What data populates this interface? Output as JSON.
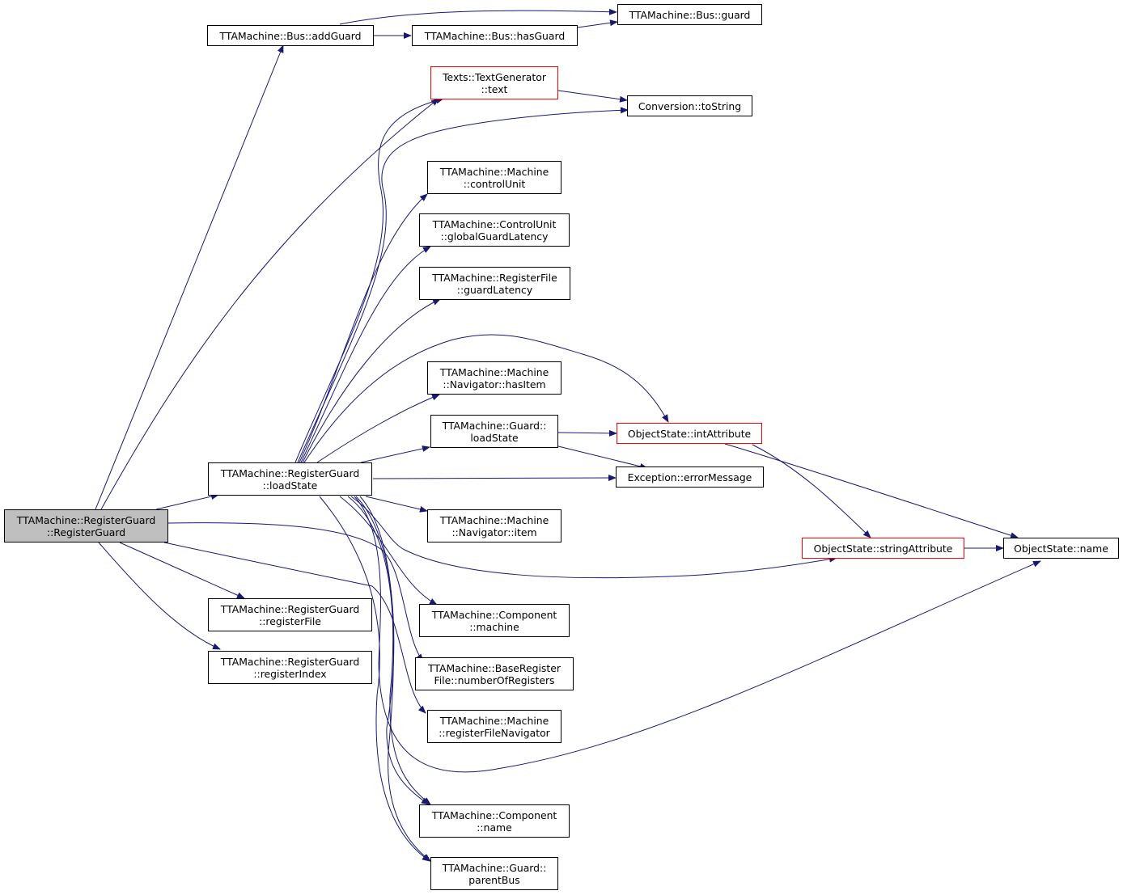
{
  "graph": {
    "edge_color": "#191970",
    "root_fill": "#bfbfbf",
    "missing_fill_border": "#ff0000",
    "nodes": {
      "root": {
        "line1": "TTAMachine::RegisterGuard",
        "line2": "::RegisterGuard"
      },
      "bus_add_guard": {
        "line1": "TTAMachine::Bus::addGuard"
      },
      "bus_has_guard": {
        "line1": "TTAMachine::Bus::hasGuard"
      },
      "bus_guard": {
        "line1": "TTAMachine::Bus::guard"
      },
      "text_generator_text": {
        "line1": "Texts::TextGenerator",
        "line2": "::text"
      },
      "conversion_to_string": {
        "line1": "Conversion::toString"
      },
      "machine_control_unit": {
        "line1": "TTAMachine::Machine",
        "line2": "::controlUnit"
      },
      "control_unit_global_guard_latency": {
        "line1": "TTAMachine::ControlUnit",
        "line2": "::globalGuardLatency"
      },
      "register_file_guard_latency": {
        "line1": "TTAMachine::RegisterFile",
        "line2": "::guardLatency"
      },
      "navigator_has_item": {
        "line1": "TTAMachine::Machine",
        "line2": "::Navigator::hasItem"
      },
      "guard_load_state": {
        "line1": "TTAMachine::Guard::",
        "line2": "loadState"
      },
      "object_state_int_attribute": {
        "line1": "ObjectState::intAttribute"
      },
      "exception_error_message": {
        "line1": "Exception::errorMessage"
      },
      "register_guard_load_state": {
        "line1": "TTAMachine::RegisterGuard",
        "line2": "::loadState"
      },
      "navigator_item": {
        "line1": "TTAMachine::Machine",
        "line2": "::Navigator::item"
      },
      "object_state_string_attribute": {
        "line1": "ObjectState::stringAttribute"
      },
      "object_state_name": {
        "line1": "ObjectState::name"
      },
      "register_guard_register_file": {
        "line1": "TTAMachine::RegisterGuard",
        "line2": "::registerFile"
      },
      "component_machine": {
        "line1": "TTAMachine::Component",
        "line2": "::machine"
      },
      "register_guard_register_index": {
        "line1": "TTAMachine::RegisterGuard",
        "line2": "::registerIndex"
      },
      "base_register_file_number_of_registers": {
        "line1": "TTAMachine::BaseRegister",
        "line2": "File::numberOfRegisters"
      },
      "machine_register_file_navigator": {
        "line1": "TTAMachine::Machine",
        "line2": "::registerFileNavigator"
      },
      "component_name": {
        "line1": "TTAMachine::Component",
        "line2": "::name"
      },
      "guard_parent_bus": {
        "line1": "TTAMachine::Guard::",
        "line2": "parentBus"
      }
    }
  }
}
